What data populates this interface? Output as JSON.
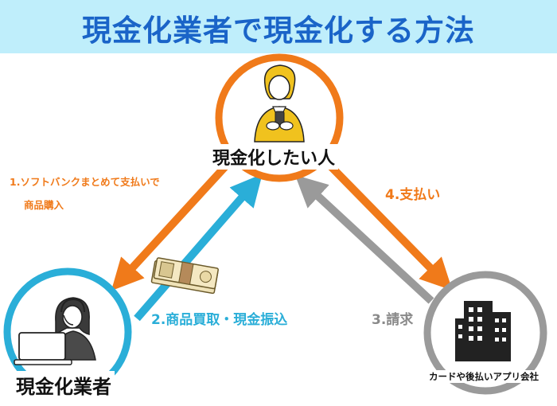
{
  "title": "現金化業者で現金化する方法",
  "nodes": {
    "person": "現金化したい人",
    "dealer": "現金化業者",
    "company": "カードや後払いアプリ会社"
  },
  "steps": {
    "step1_line1": "1.ソフトバンクまとめて支払いで",
    "step1_line2": "商品購入",
    "step2": "2.商品買取・現金振込",
    "step3": "3.請求",
    "step4": "4.支払い"
  },
  "colors": {
    "title": "#1a64c8",
    "header_band": "#bfeefb",
    "orange": "#f07a1a",
    "blue": "#2aaed8",
    "gray": "#8a8a8a"
  }
}
